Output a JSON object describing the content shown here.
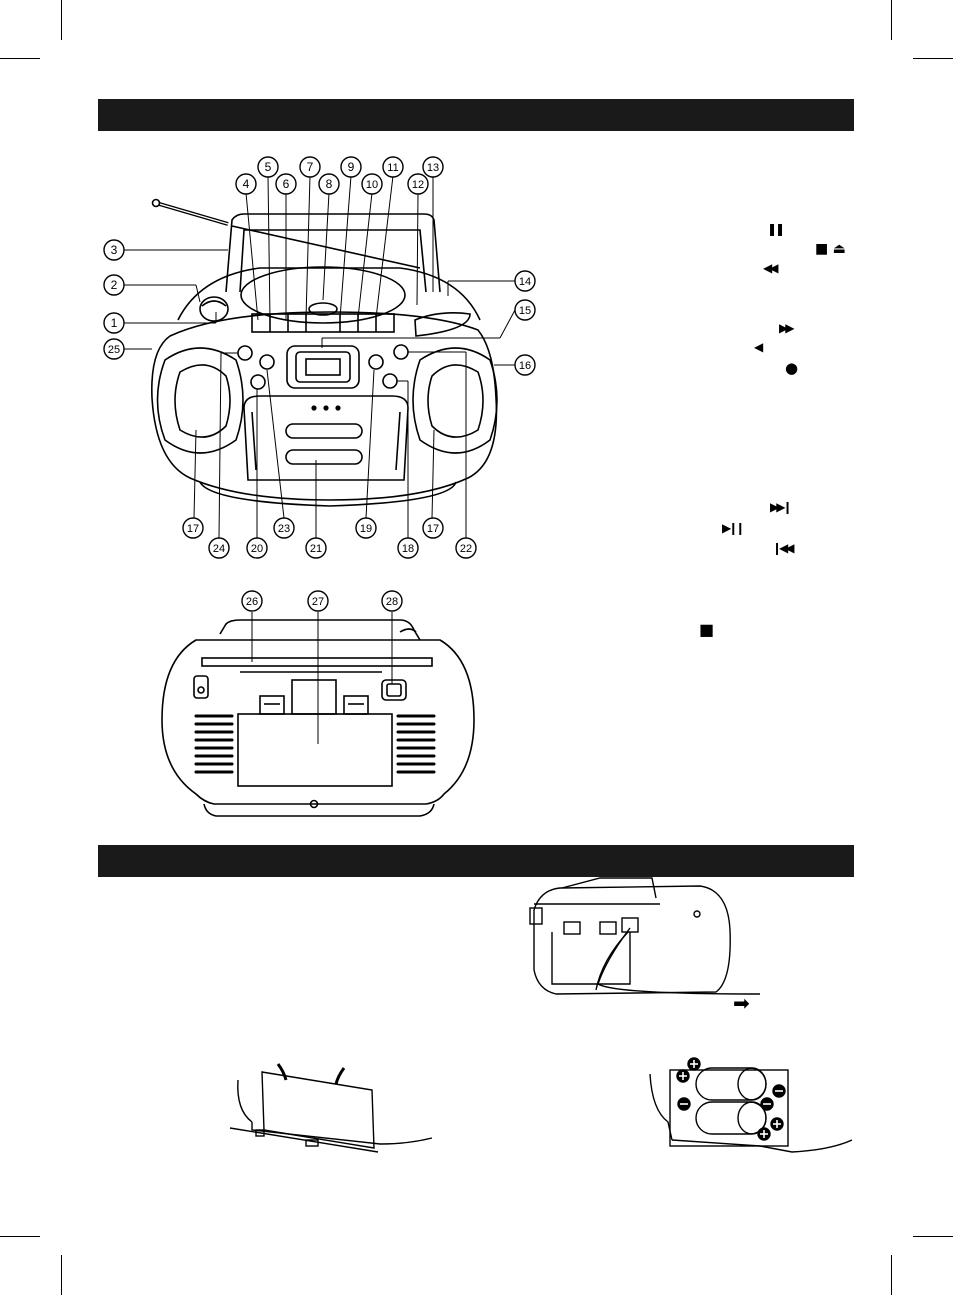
{
  "sections": {
    "header_1": "",
    "header_2": ""
  },
  "callouts_front": [
    {
      "n": "1"
    },
    {
      "n": "2"
    },
    {
      "n": "3"
    },
    {
      "n": "4"
    },
    {
      "n": "5"
    },
    {
      "n": "6"
    },
    {
      "n": "7"
    },
    {
      "n": "8"
    },
    {
      "n": "9"
    },
    {
      "n": "10"
    },
    {
      "n": "11"
    },
    {
      "n": "12"
    },
    {
      "n": "13"
    },
    {
      "n": "14"
    },
    {
      "n": "15"
    },
    {
      "n": "16"
    },
    {
      "n": "17"
    },
    {
      "n": "17"
    },
    {
      "n": "18"
    },
    {
      "n": "19"
    },
    {
      "n": "20"
    },
    {
      "n": "21"
    },
    {
      "n": "22"
    },
    {
      "n": "23"
    },
    {
      "n": "24"
    },
    {
      "n": "25"
    }
  ],
  "callouts_back": [
    {
      "n": "26"
    },
    {
      "n": "27"
    },
    {
      "n": "28"
    }
  ],
  "symbols": {
    "pause": "❚❚",
    "stop_eject": "■ ⏏",
    "rewind": "◀◀",
    "fast_forward": "▶▶",
    "left_arrow": "◀",
    "record": "●",
    "next": "▶▶❙",
    "play_pause": "▶❙❙",
    "previous": "❙◀◀",
    "stop": "■",
    "arrow_right": "➡"
  },
  "colors": {
    "ink": "#000000",
    "bar": "#1a1a1a",
    "paper": "#ffffff"
  }
}
